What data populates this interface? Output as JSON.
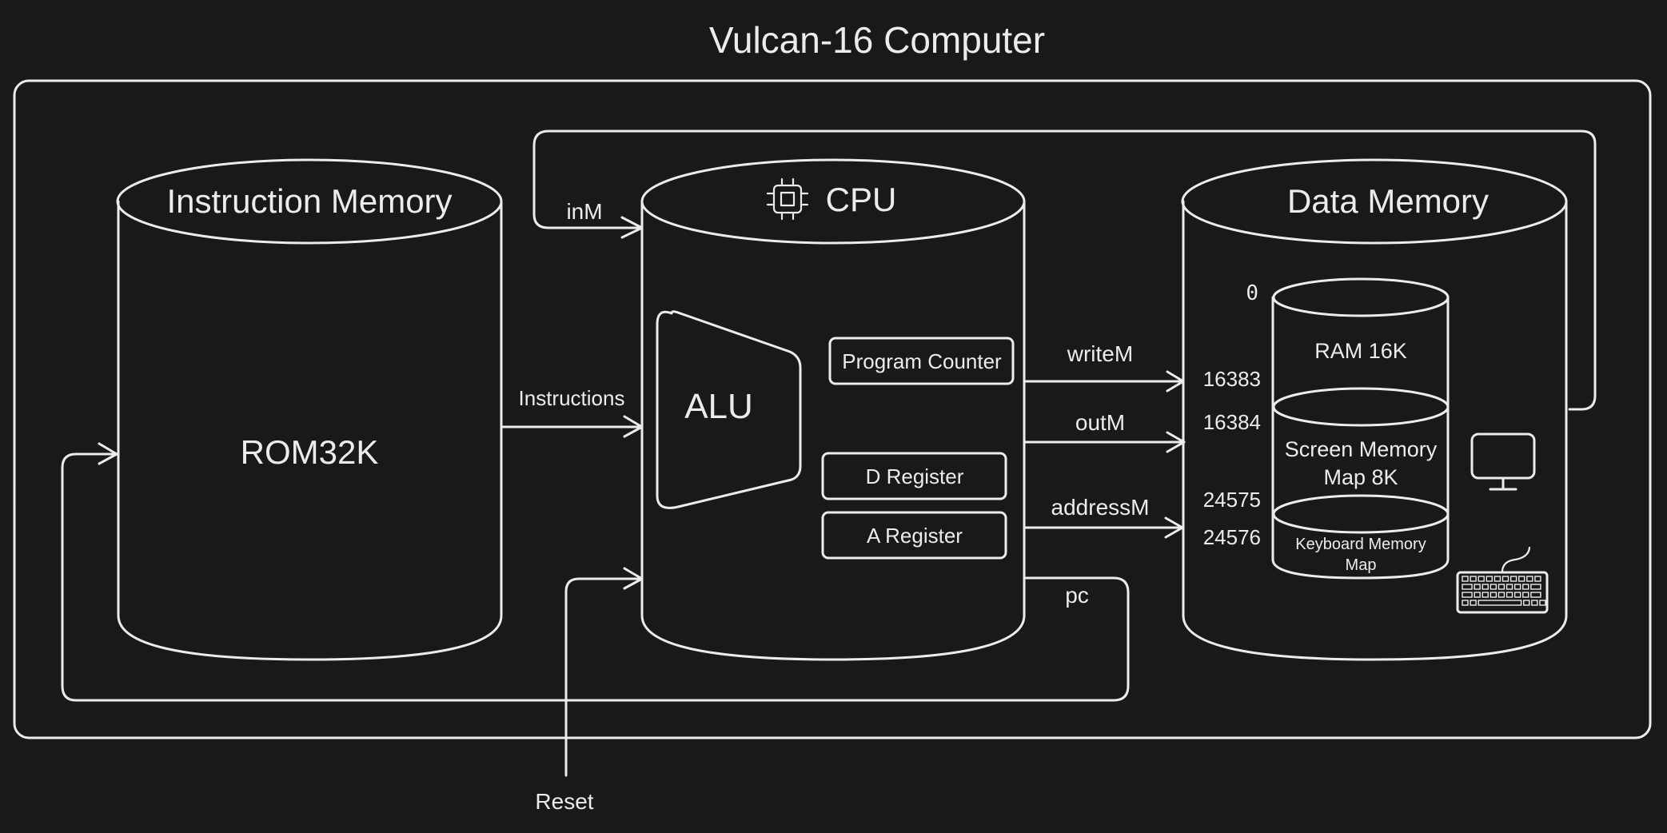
{
  "title": "Vulcan-16 Computer",
  "instruction_memory": {
    "label": "Instruction Memory",
    "content": "ROM32K"
  },
  "cpu": {
    "label": "CPU",
    "icon": "cpu-chip-icon",
    "alu": "ALU",
    "program_counter": "Program Counter",
    "d_register": "D Register",
    "a_register": "A Register"
  },
  "data_memory": {
    "label": "Data Memory",
    "segments": [
      {
        "label_line1": "RAM 16K",
        "label_line2": ""
      },
      {
        "label_line1": "Screen Memory",
        "label_line2": "Map 8K"
      },
      {
        "label_line1": "Keyboard Memory",
        "label_line2": "Map"
      }
    ],
    "addresses": [
      "0",
      "16383",
      "16384",
      "24575",
      "24576"
    ],
    "devices": [
      "monitor-icon",
      "keyboard-icon"
    ]
  },
  "signals": {
    "instructions": "Instructions",
    "inM": "inM",
    "writeM": "writeM",
    "outM": "outM",
    "addressM": "addressM",
    "pc": "pc",
    "reset": "Reset"
  },
  "colors": {
    "background": "#191919",
    "stroke": "#ececec"
  }
}
